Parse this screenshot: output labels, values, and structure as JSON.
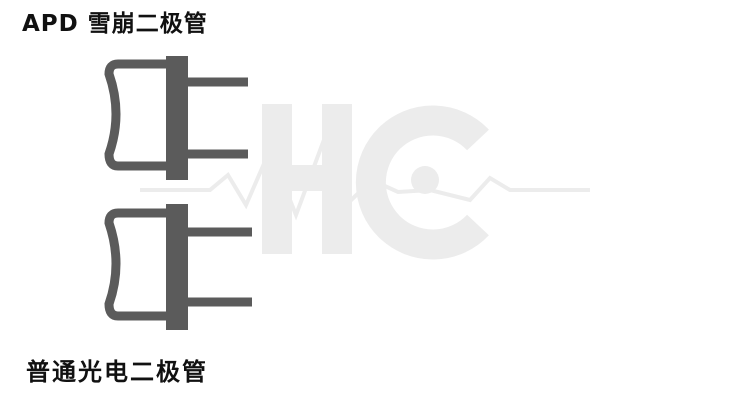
{
  "labels": {
    "apd": "APD  雪崩二极管",
    "normal": "普通光电二极管"
  },
  "watermark": {
    "logo_text": "HC",
    "color": "#ececec"
  },
  "colors": {
    "background": "#ffffff",
    "diode_outline": "#5b5b5b",
    "label_text": "#111111"
  }
}
